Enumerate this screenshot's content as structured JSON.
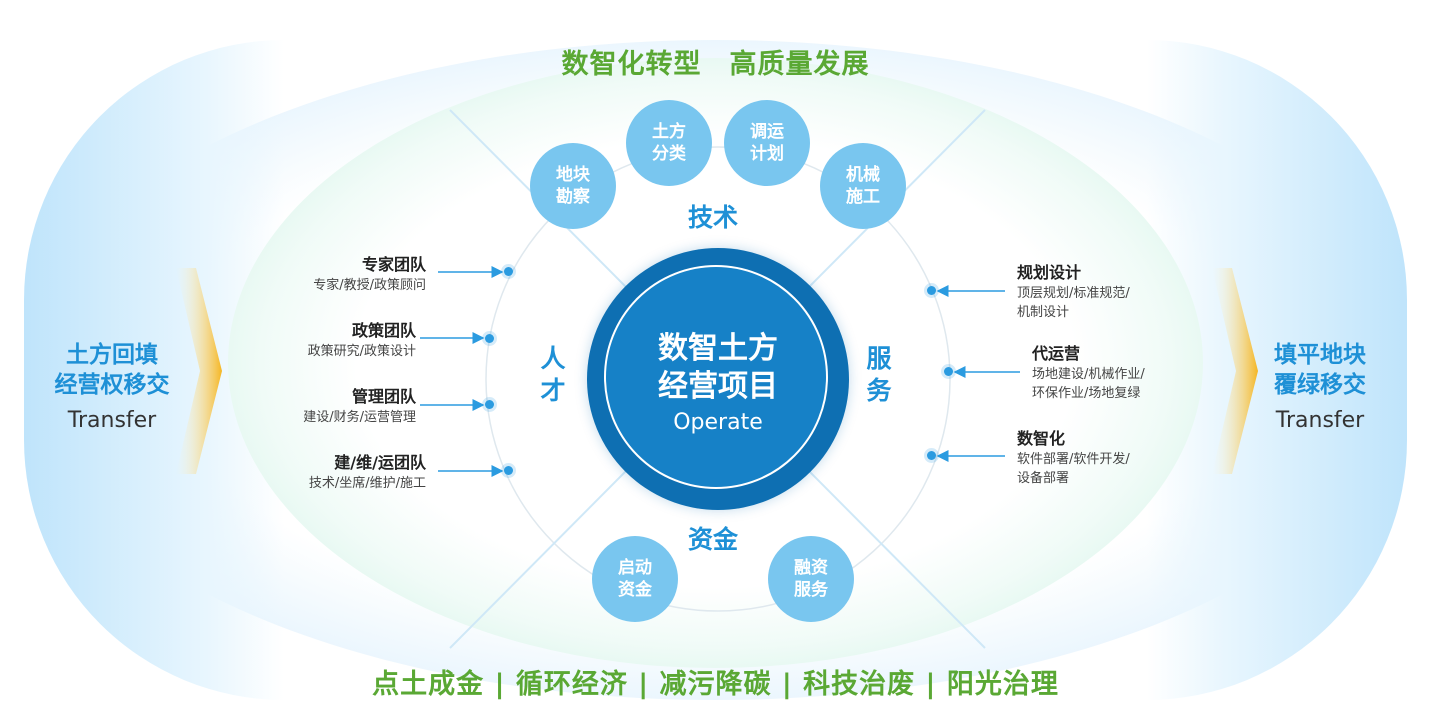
{
  "headline": "数智化转型　高质量发展",
  "footer": "点土成金 | 循环经济 | 减污降碳 | 科技治废 | 阳光治理",
  "left_side": {
    "line1": "土方回填",
    "line2": "经营权移交",
    "en": "Transfer"
  },
  "right_side": {
    "line1": "填平地块",
    "line2": "覆绿移交",
    "en": "Transfer"
  },
  "center": {
    "line1": "数智土方",
    "line2": "经营项目",
    "en": "Operate"
  },
  "sectors": {
    "tech": "技术",
    "talent_1": "人",
    "talent_2": "才",
    "service_1": "服",
    "service_2": "务",
    "funds": "资金"
  },
  "tech_bubbles": [
    {
      "l1": "地块",
      "l2": "勘察"
    },
    {
      "l1": "土方",
      "l2": "分类"
    },
    {
      "l1": "调运",
      "l2": "计划"
    },
    {
      "l1": "机械",
      "l2": "施工"
    }
  ],
  "fund_bubbles": [
    {
      "l1": "启动",
      "l2": "资金"
    },
    {
      "l1": "融资",
      "l2": "服务"
    }
  ],
  "teams": [
    {
      "title": "专家团队",
      "sub": "专家/教授/政策顾问"
    },
    {
      "title": "政策团队",
      "sub": "政策研究/政策设计"
    },
    {
      "title": "管理团队",
      "sub": "建设/财务/运营管理"
    },
    {
      "title": "建/维/运团队",
      "sub": "技术/坐席/维护/施工"
    }
  ],
  "services": [
    {
      "title": "规划设计",
      "sub1": "顶层规划/标准规范/",
      "sub2": "机制设计"
    },
    {
      "title": "代运营",
      "sub1": "场地建设/机械作业/",
      "sub2": "环保作业/场地复绿"
    },
    {
      "title": "数智化",
      "sub1": "软件部署/软件开发/",
      "sub2": "设备部署"
    }
  ],
  "colors": {
    "green": "#5aa834",
    "blue": "#1e90d6",
    "dark_blue": "#0e6fb2",
    "bubble": "#79c6ef",
    "chevron": "#f5b623"
  }
}
